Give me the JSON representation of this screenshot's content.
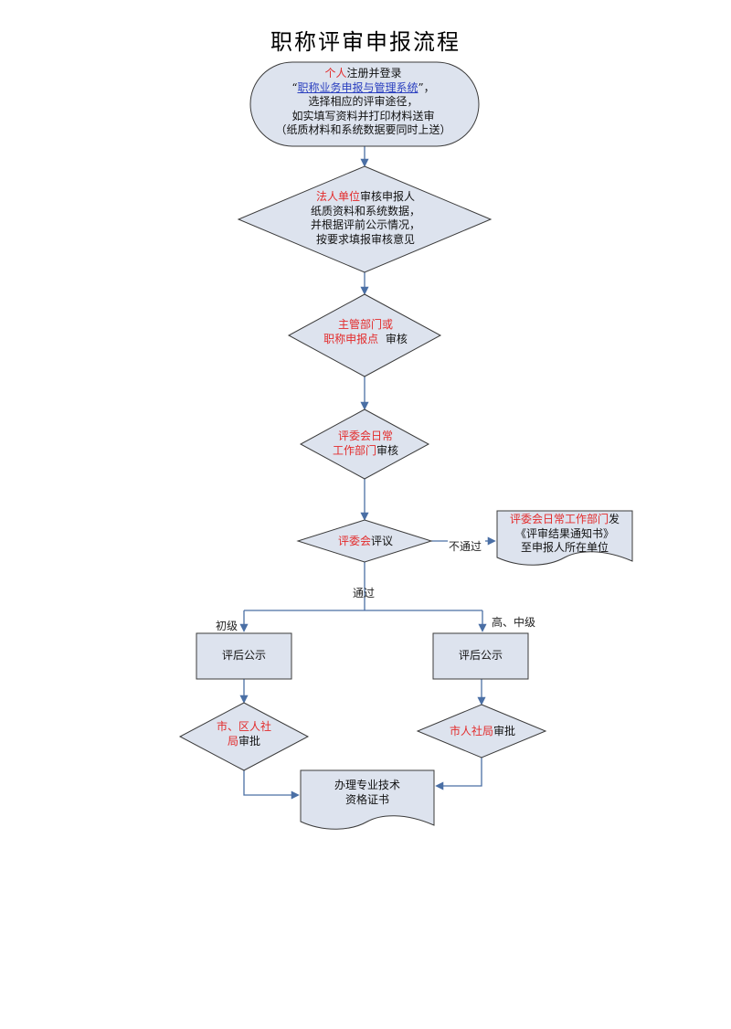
{
  "title": "职称评审申报流程",
  "colors": {
    "node_fill": "#dde3ee",
    "node_stroke": "#3b3b3b",
    "arrow": "#4a6fa5",
    "highlight": "#e32b2b",
    "link": "#2a3fbf"
  },
  "nodes": {
    "start": {
      "l1_red": "个人",
      "l1_rest": "注册并登录",
      "l2_open": "“",
      "l2_link": "职称业务申报与管理系统",
      "l2_close": "”，",
      "l3": "选择相应的评审途径，",
      "l4": "如实填写资料并打印材料送审",
      "l5": "（纸质材料和系统数据要同时上送）"
    },
    "unit": {
      "l1_red": "法人单位",
      "l1_rest": "审核申报人",
      "l2": "纸质资料和系统数据，",
      "l3": "并根据评前公示情况，",
      "l4": "按要求填报审核意见"
    },
    "dept": {
      "l1_red": "主管部门或",
      "l2_red": "职称申报点",
      "l2_rest": "  审核"
    },
    "office": {
      "l1_red": "评委会日常",
      "l2_red": "工作部门",
      "l2_rest": "审核"
    },
    "committee": {
      "red": "评委会",
      "rest": "评议"
    },
    "notice": {
      "l1_red": "评委会日常工作部门",
      "l1_rest": "发",
      "l2": "《评审结果通知书》",
      "l3": "至申报人所在单位"
    },
    "pub_left": {
      "text": "评后公示"
    },
    "pub_right": {
      "text": "评后公示"
    },
    "approve_left": {
      "l1_red": "市、区人社",
      "l2_red": "局",
      "l2_rest": "审批"
    },
    "approve_right": {
      "red": "市人社局",
      "rest": "审批"
    },
    "certificate": {
      "l1": "办理专业技术",
      "l2": "资格证书"
    }
  },
  "labels": {
    "fail": "不通过",
    "pass": "通过",
    "junior": "初级",
    "senior": "高、中级"
  }
}
